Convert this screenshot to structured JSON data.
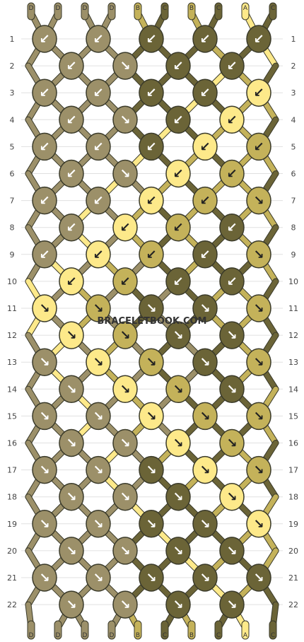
{
  "watermark": "BRACELETBOOK.COM",
  "strand_labels_top": [
    "D",
    "D",
    "D",
    "D",
    "B",
    "C",
    "B",
    "C",
    "A",
    "C"
  ],
  "strand_labels_bottom": [
    "D",
    "D",
    "D",
    "D",
    "B",
    "C",
    "B",
    "C",
    "A",
    "C"
  ],
  "row_numbers": [
    "1",
    "2",
    "3",
    "4",
    "5",
    "6",
    "7",
    "8",
    "9",
    "10",
    "11",
    "12",
    "13",
    "14",
    "15",
    "16",
    "17",
    "18",
    "19",
    "20",
    "21",
    "22"
  ],
  "colors": {
    "A": "#fde98a",
    "B": "#c4b25a",
    "C": "#6b6437",
    "D": "#9c9069",
    "outline": "#3a3a2a",
    "grid": "#e0e0e0"
  },
  "knot_arrows": [
    [
      "↙",
      "↙",
      "↙",
      "↙",
      "↙"
    ],
    [
      "↙",
      "↘",
      "↙",
      "↙"
    ],
    [
      "↙",
      "↙",
      "↙",
      "↙",
      "↙"
    ],
    [
      "↙",
      "↘",
      "↙",
      "↙"
    ],
    [
      "↙",
      "↙",
      "↙",
      "↙",
      "↙"
    ],
    [
      "↙",
      "↘",
      "↙",
      "↙"
    ],
    [
      "↙",
      "↙",
      "↙",
      "↙",
      "↘"
    ],
    [
      "↙",
      "↙",
      "↙",
      "↙"
    ],
    [
      "↙",
      "↙",
      "↙",
      "↙",
      "↘"
    ],
    [
      "↙",
      "↙",
      "↙",
      "↙"
    ],
    [
      "↘",
      "↘",
      "↘",
      "↘",
      "↘"
    ],
    [
      "↘",
      "↘",
      "↘",
      "↘"
    ],
    [
      "↘",
      "↘",
      "↘",
      "↘",
      "↘"
    ],
    [
      "↘",
      "↘",
      "↘",
      "↘"
    ],
    [
      "↘",
      "↘",
      "↘",
      "↘",
      "↘"
    ],
    [
      "↘",
      "↘",
      "↘",
      "↘"
    ],
    [
      "↘",
      "↘",
      "↘",
      "↘",
      "↘"
    ],
    [
      "↘",
      "↘",
      "↘",
      "↘"
    ],
    [
      "↘",
      "↘",
      "↘",
      "↘",
      "↘"
    ],
    [
      "↘",
      "↘",
      "↘",
      "↘"
    ],
    [
      "↘",
      "↘",
      "↘",
      "↘",
      "↘"
    ],
    [
      "↘",
      "↘",
      "↘",
      "↘"
    ]
  ],
  "knot_colors": [
    [
      "D",
      "D",
      "C",
      "C",
      "C"
    ],
    [
      "D",
      "D",
      "C",
      "C"
    ],
    [
      "D",
      "D",
      "C",
      "C",
      "A"
    ],
    [
      "D",
      "D",
      "C",
      "A"
    ],
    [
      "D",
      "D",
      "C",
      "A",
      "B"
    ],
    [
      "D",
      "D",
      "A",
      "B"
    ],
    [
      "D",
      "D",
      "A",
      "B",
      "B"
    ],
    [
      "D",
      "A",
      "B",
      "C"
    ],
    [
      "D",
      "A",
      "B",
      "C",
      "B"
    ],
    [
      "A",
      "B",
      "C",
      "C"
    ],
    [
      "A",
      "B",
      "C",
      "C",
      "B"
    ],
    [
      "A",
      "B",
      "C",
      "C"
    ],
    [
      "D",
      "A",
      "B",
      "C",
      "B"
    ],
    [
      "D",
      "A",
      "B",
      "C"
    ],
    [
      "D",
      "D",
      "A",
      "B",
      "B"
    ],
    [
      "D",
      "D",
      "A",
      "B"
    ],
    [
      "D",
      "D",
      "C",
      "A",
      "B"
    ],
    [
      "D",
      "D",
      "C",
      "A"
    ],
    [
      "D",
      "D",
      "C",
      "C",
      "A"
    ],
    [
      "D",
      "D",
      "C",
      "C"
    ],
    [
      "D",
      "D",
      "C",
      "C",
      "C"
    ],
    [
      "D",
      "D",
      "C",
      "C"
    ]
  ],
  "track_colors": [
    [
      "D",
      "D",
      "D",
      "D",
      "B",
      "C",
      "B",
      "C",
      "A",
      "C"
    ],
    [
      "D",
      "D",
      "D",
      "D",
      "C",
      "C",
      "C",
      "B",
      "C",
      "A"
    ],
    [
      "D",
      "D",
      "D",
      "D",
      "C",
      "C",
      "C",
      "A",
      "B",
      "C"
    ],
    [
      "D",
      "D",
      "D",
      "D",
      "C",
      "C",
      "A",
      "C",
      "B",
      "B"
    ],
    [
      "D",
      "D",
      "D",
      "D",
      "C",
      "A",
      "C",
      "B",
      "B",
      "C"
    ],
    [
      "D",
      "D",
      "D",
      "D",
      "A",
      "C",
      "B",
      "C",
      "B",
      "B"
    ],
    [
      "D",
      "D",
      "D",
      "A",
      "D",
      "B",
      "C",
      "B",
      "B",
      "C"
    ],
    [
      "D",
      "D",
      "A",
      "D",
      "B",
      "C",
      "B",
      "C",
      "B",
      "B"
    ],
    [
      "D",
      "D",
      "A",
      "D",
      "B",
      "C",
      "B",
      "C",
      "B",
      "C"
    ],
    [
      "D",
      "A",
      "D",
      "B",
      "D",
      "C",
      "B",
      "C",
      "C",
      "B"
    ],
    [
      "A",
      "D",
      "B",
      "D",
      "C",
      "D",
      "C",
      "B",
      "B",
      "C"
    ],
    [
      "A",
      "D",
      "B",
      "D",
      "C",
      "D",
      "C",
      "B",
      "B",
      "C"
    ],
    [
      "D",
      "A",
      "D",
      "B",
      "D",
      "C",
      "D",
      "C",
      "B",
      "C"
    ],
    [
      "D",
      "A",
      "D",
      "B",
      "D",
      "C",
      "D",
      "C",
      "B",
      "C"
    ],
    [
      "D",
      "D",
      "A",
      "D",
      "B",
      "D",
      "C",
      "C",
      "C",
      "B"
    ],
    [
      "D",
      "D",
      "A",
      "D",
      "B",
      "D",
      "C",
      "C",
      "C",
      "B"
    ],
    [
      "D",
      "D",
      "D",
      "A",
      "D",
      "B",
      "C",
      "C",
      "B",
      "C"
    ],
    [
      "D",
      "D",
      "D",
      "A",
      "D",
      "C",
      "B",
      "C",
      "B",
      "C"
    ],
    [
      "D",
      "D",
      "D",
      "D",
      "A",
      "C",
      "C",
      "B",
      "C",
      "B"
    ],
    [
      "D",
      "D",
      "D",
      "D",
      "C",
      "A",
      "C",
      "C",
      "B",
      "B"
    ],
    [
      "D",
      "D",
      "D",
      "D",
      "C",
      "C",
      "A",
      "B",
      "C",
      "B"
    ],
    [
      "D",
      "D",
      "D",
      "D",
      "C",
      "C",
      "C",
      "A",
      "B",
      "C"
    ],
    [
      "D",
      "D",
      "D",
      "D",
      "B",
      "C",
      "B",
      "C",
      "A",
      "C"
    ]
  ]
}
